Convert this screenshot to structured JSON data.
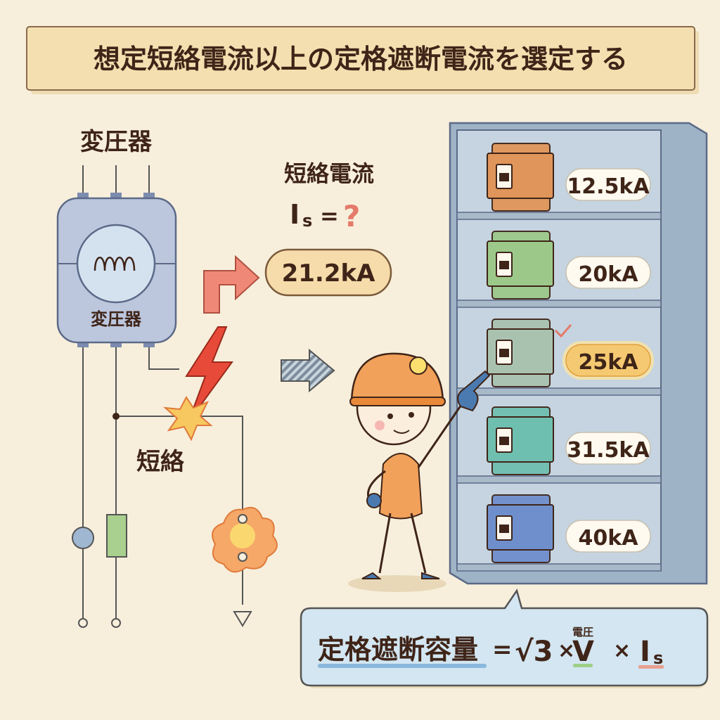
{
  "title": "想定短絡電流以上の定格遮断電流を選定する",
  "transformer": {
    "heading": "変圧器",
    "label": "変圧器"
  },
  "fault": {
    "label": "短絡"
  },
  "short_circuit": {
    "heading": "短絡電流",
    "symbol": "I",
    "subscript": "s",
    "equals": "=",
    "question": "?",
    "value": "21.2kA"
  },
  "breakers": [
    {
      "rating": "12.5kA",
      "color": "#e0955a",
      "selected": false
    },
    {
      "rating": "20kA",
      "color": "#9cc98a",
      "selected": false
    },
    {
      "rating": "25kA",
      "color": "#a9c2b0",
      "selected": true
    },
    {
      "rating": "31.5kA",
      "color": "#6fbfb0",
      "selected": false
    },
    {
      "rating": "40kA",
      "color": "#6f8fcc",
      "selected": false
    }
  ],
  "formula": {
    "lhs": "定格遮断容量",
    "eq": "=",
    "sqrt": "√3",
    "times": "×",
    "v": "V",
    "v_note": "電圧",
    "i": "I",
    "i_sub": "s"
  },
  "colors": {
    "background": "#f7efdc",
    "banner": "#f4dfb0",
    "text": "#3f2418",
    "highlight": "#f5c971"
  }
}
